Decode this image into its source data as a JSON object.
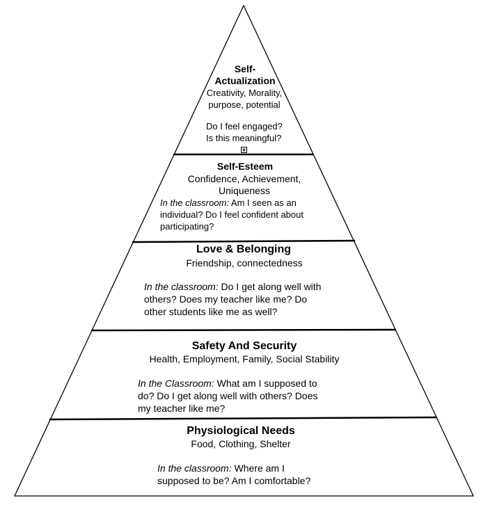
{
  "levels": {
    "self_actualization": {
      "title_line1": "Self-",
      "title_line2": "Actualization",
      "desc_line1": "Creativity, Morality,",
      "desc_line2": "purpose, potential",
      "q_line1": "Do I feel engaged?",
      "q_line2": "Is this meaningful?"
    },
    "self_esteem": {
      "title": "Self-Esteem",
      "desc_line1": "Confidence, Achievement,",
      "desc_line2": "Uniqueness",
      "q_prefix": "In the classroom:",
      "q_line1": " Am I seen as an",
      "q_line2": "individual? Do I feel confident about",
      "q_line3": "participating?"
    },
    "love_belonging": {
      "title": "Love & Belonging",
      "desc": "Friendship, connectedness",
      "q_prefix": "In the classroom:",
      "q_line1": " Do I get along well with",
      "q_line2": "others?  Does my teacher like me?  Do",
      "q_line3": "other students like me as well?"
    },
    "safety_security": {
      "title": "Safety And Security",
      "desc": "Health, Employment, Family, Social Stability",
      "q_prefix": "In the Classroom:",
      "q_line1": "  What am I supposed to",
      "q_line2": "do?  Do I get along well with others?  Does",
      "q_line3": "my teacher like me?"
    },
    "physiological": {
      "title": "Physiological Needs",
      "desc": "Food, Clothing, Shelter",
      "q_prefix": "In the classroom:",
      "q_line1": " Where am I",
      "q_line2": "supposed to be? Am I comfortable?"
    }
  }
}
